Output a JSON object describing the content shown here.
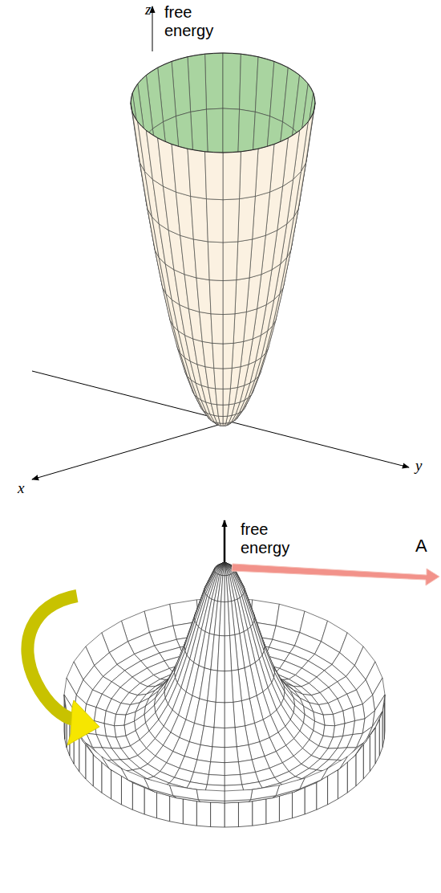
{
  "diagram": {
    "labels": [
      "z",
      "free energy",
      "y",
      "x",
      "free energy",
      "A"
    ]
  }
}
